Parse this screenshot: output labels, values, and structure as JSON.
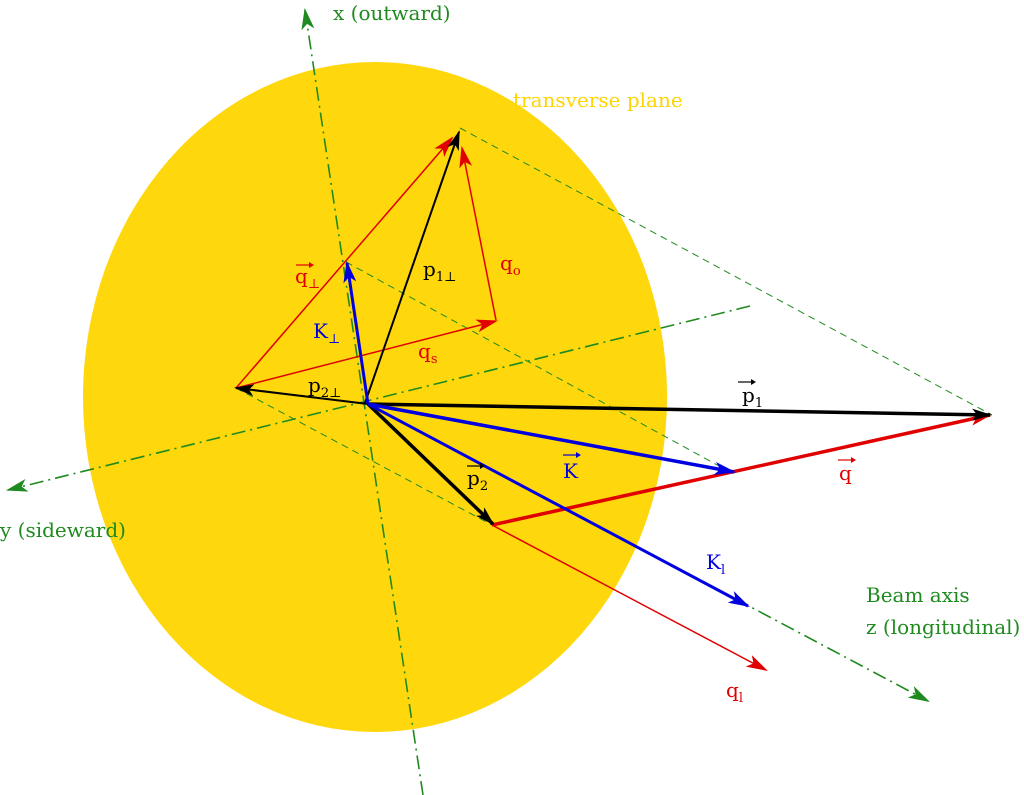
{
  "labels": {
    "x_axis": "x (outward)",
    "y_axis": "y (sideward)",
    "beam_axis_1": "Beam axis",
    "beam_axis_2": "z (longitudinal)",
    "plane": "transverse plane",
    "q_perp_base": "q",
    "q_perp_sub": "⊥",
    "K_perp_base": "K",
    "K_perp_sub": "⊥",
    "p1_perp_base": "p",
    "p1_perp_sub": "1⊥",
    "q_o_base": "q",
    "q_o_sub": "o",
    "q_s_base": "q",
    "q_s_sub": "s",
    "p2_perp_base": "p",
    "p2_perp_sub": "2⊥",
    "p1_base": "p",
    "p1_sub": "1",
    "K_vec": "K",
    "q_vec": "q",
    "p2_base": "p",
    "p2_sub": "2",
    "K_l_base": "K",
    "K_l_sub": "l",
    "q_l_base": "q",
    "q_l_sub": "l"
  },
  "colors": {
    "plane": "#fed70c",
    "axis": "#1f8a1f",
    "red": "#e00000",
    "blue": "#0000e0",
    "black": "#000000"
  }
}
